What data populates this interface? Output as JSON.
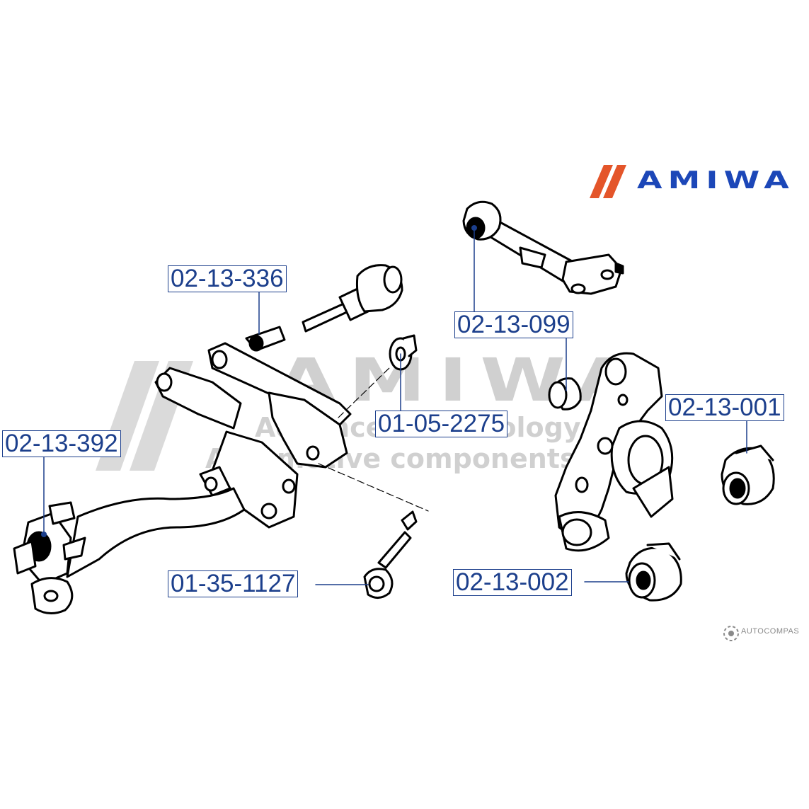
{
  "brand": {
    "name": "AMIWA",
    "slash_color": "#e4552a",
    "text_color": "#1c47b8"
  },
  "watermark": {
    "title": "AMIWA",
    "line1": "Advanced technology",
    "line2": "Automotive components"
  },
  "credit": "AUTOCOMPAS",
  "label_color": "#1c3f8c",
  "parts": [
    {
      "id": "p336",
      "part_no": "02-13-336"
    },
    {
      "id": "p099",
      "part_no": "02-13-099"
    },
    {
      "id": "p2275",
      "part_no": "01-05-2275"
    },
    {
      "id": "p001",
      "part_no": "02-13-001"
    },
    {
      "id": "p392",
      "part_no": "02-13-392"
    },
    {
      "id": "p1127",
      "part_no": "01-35-1127"
    },
    {
      "id": "p002",
      "part_no": "02-13-002"
    }
  ]
}
